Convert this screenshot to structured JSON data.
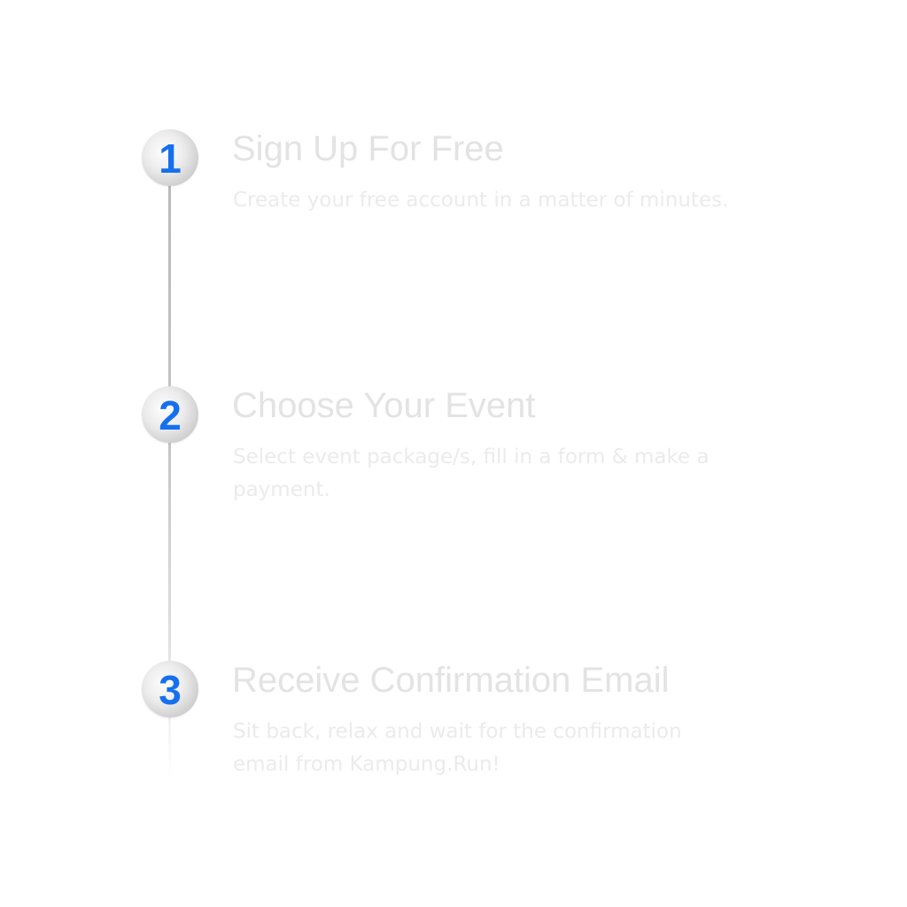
{
  "steps": [
    {
      "number": "1",
      "title": "Sign Up For Free",
      "description": "Create your free account in a matter of minutes."
    },
    {
      "number": "2",
      "title": "Choose Your Event",
      "description": "Select event package/s, fill in a form & make a payment."
    },
    {
      "number": "3",
      "title": "Receive Confirmation Email",
      "description": "Sit back, relax and wait for the confirmation email from Kampung.Run!"
    }
  ],
  "colors": {
    "accent": "#1570ef",
    "title_text": "#e3e3e3",
    "description_text": "#ebebeb",
    "line": "#c4c4c4",
    "badge": "#d9d9d9"
  }
}
